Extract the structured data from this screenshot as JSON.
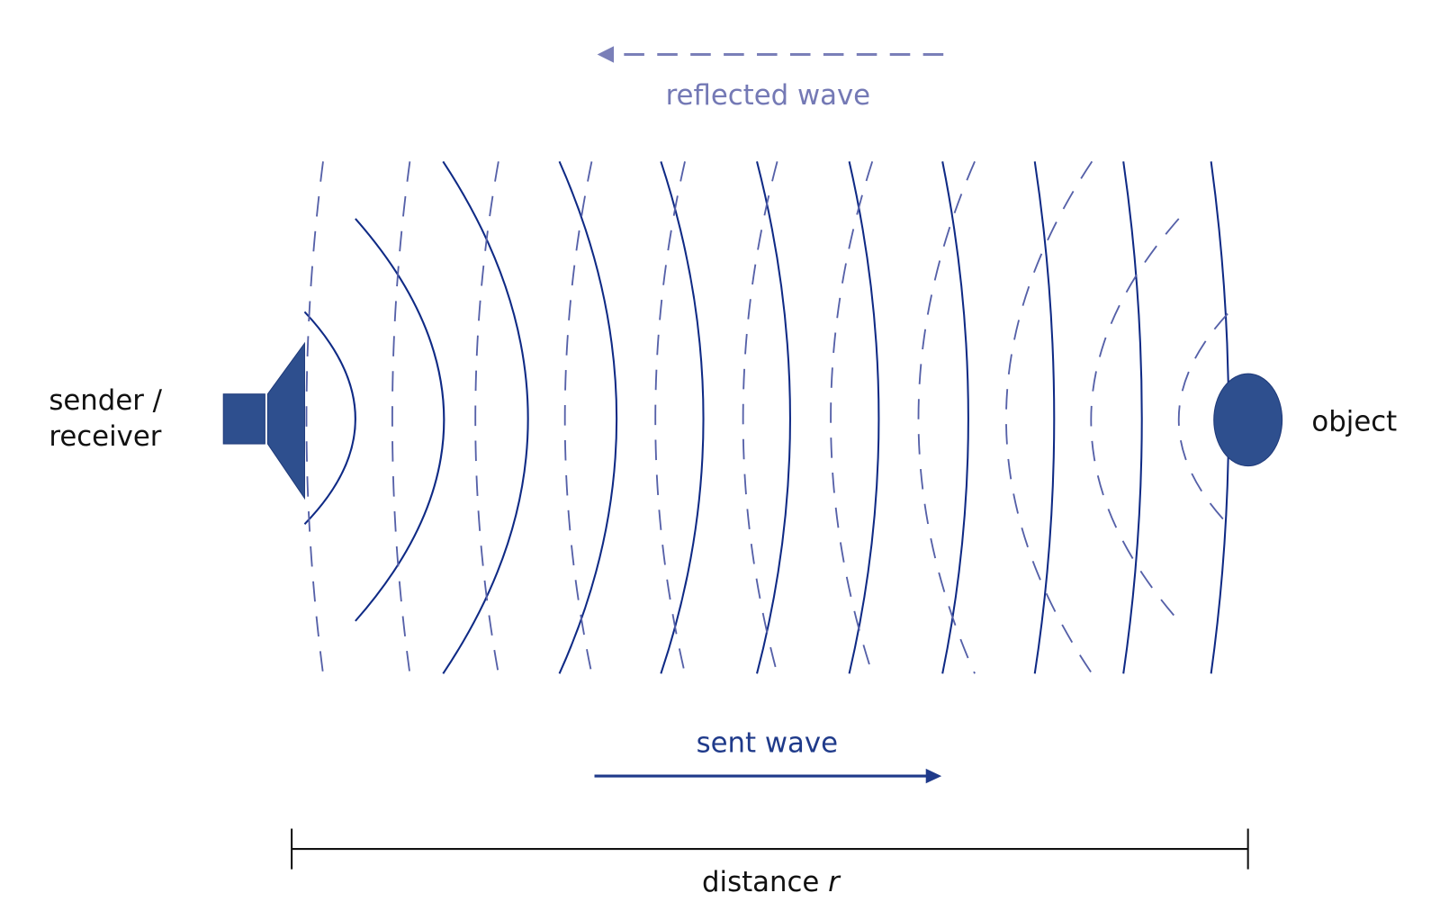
{
  "labels": {
    "sender_line1": "sender /",
    "sender_line2": "receiver",
    "object": "object",
    "reflected_wave": "reflected wave",
    "sent_wave": "sent wave",
    "distance": "distance ",
    "distance_var": "r"
  },
  "colors": {
    "sent_wave": "#0f2a85",
    "reflected_wave": "#5560a8",
    "reflected_label": "#7479b5",
    "sent_label": "#1f3a8a",
    "speaker_fill": "#2e4f8e",
    "object_fill": "#2e4f8e",
    "text": "#111111"
  },
  "icons": {
    "speaker": "speaker-icon",
    "object": "object-ellipse"
  }
}
